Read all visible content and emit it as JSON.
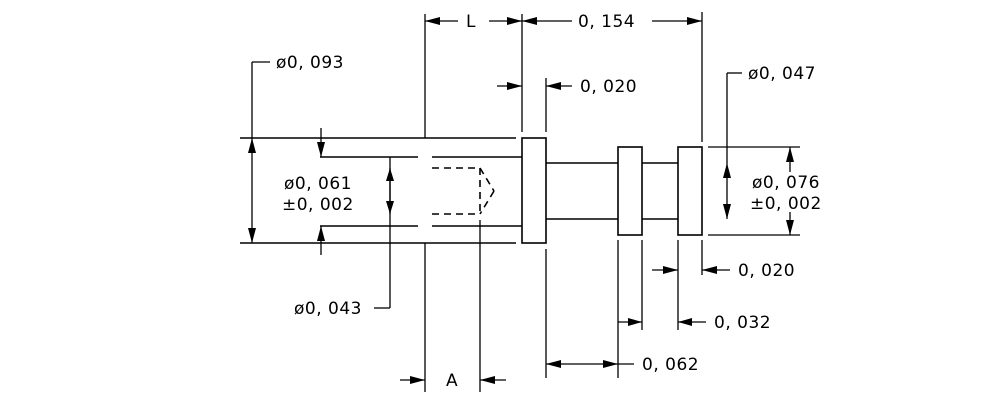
{
  "dimensions": {
    "length_l": "L",
    "length_a": "A",
    "overall_length": "0, 154",
    "dia_shank": "ø0, 093",
    "dia_collar": "ø0, 047",
    "collar_thickness": "0, 020",
    "dia_bore": "ø0, 061",
    "dia_bore_tol": "±0, 002",
    "dia_mount": "ø0, 076",
    "dia_mount_tol": "±0, 002",
    "dia_inner": "ø0, 043",
    "groove_width": "0, 020",
    "groove_spacing": "0, 032",
    "pin_offset": "0, 062"
  }
}
